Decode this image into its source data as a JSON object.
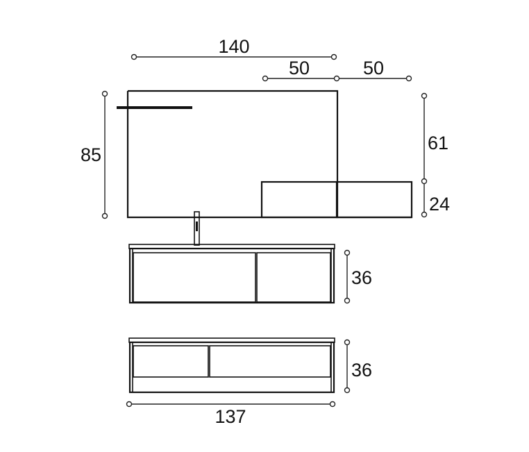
{
  "dimensions": {
    "mirror_width": "140",
    "shelf_unit_width_left": "50",
    "shelf_unit_width_right": "50",
    "mirror_height": "85",
    "mirror_upper_height": "61",
    "shelf_unit_height": "24",
    "vanity_height": "36",
    "lower_unit_height": "36",
    "base_width": "137"
  },
  "colors": {
    "line": "#111111",
    "background": "#ffffff"
  }
}
